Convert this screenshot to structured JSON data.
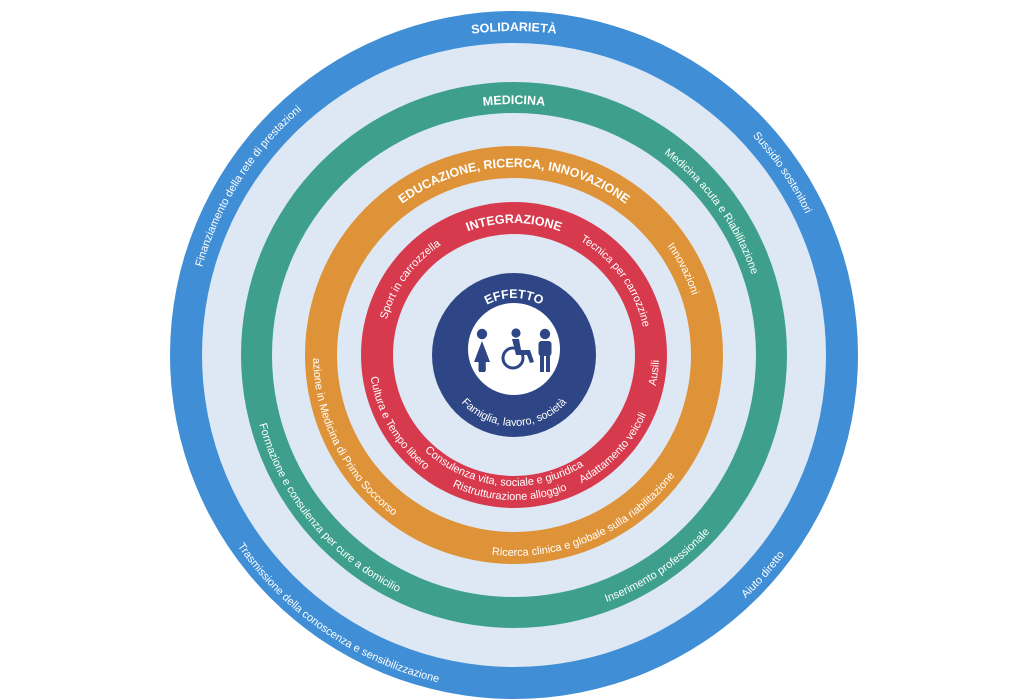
{
  "colors": {
    "solidarieta": "#3f8ed6",
    "medicina": "#3ea08c",
    "educazione": "#df9338",
    "integrazione": "#d83a4d",
    "effetto": "#2e4685",
    "gap": "#dde8f4",
    "text": "#ffffff"
  },
  "rings": {
    "solidarieta": {
      "title": "SOLIDARIETÀ",
      "items": {
        "finanziamento": "Finanziamento della rete di prestazioni",
        "sussidio": "Sussidio sostenitori",
        "aiuto": "Aiuto diretto",
        "trasmissione": "Trasmissione della conoscenza e sensibilizzazione"
      }
    },
    "medicina": {
      "title": "MEDICINA",
      "items": {
        "medicina_acuta": "Medicina acuta e Riabilitazione",
        "inserimento": "Inserimento professionale",
        "formazione_cure": "Formazione e consulenza per cure a domicilio"
      }
    },
    "educazione": {
      "title": "EDUCAZIONE, RICERCA, INNOVAZIONE",
      "items": {
        "innovazioni": "Innovazioni",
        "ricerca": "Ricerca clinica e globale sulla riabilitazione",
        "formazione_primo": "Formazione in Medicina di Primo Soccorso"
      }
    },
    "integrazione": {
      "title": "INTEGRAZIONE",
      "items": {
        "tecnica": "Tecnica per carrozzine",
        "ausili": "Ausili",
        "adattamento": "Adattamento veicoli",
        "ristrutturazione": "Ristrutturazione alloggio",
        "consulenza": "Consulenza vita, sociale e giuridica",
        "cultura": "Cultura e Tempo libero",
        "sport": "Sport in carrozzella"
      }
    },
    "effetto": {
      "title": "EFFETTO",
      "subtitle": "Famiglia, lavoro, società",
      "icons": [
        "woman-icon",
        "wheelchair-icon",
        "man-icon"
      ]
    }
  }
}
